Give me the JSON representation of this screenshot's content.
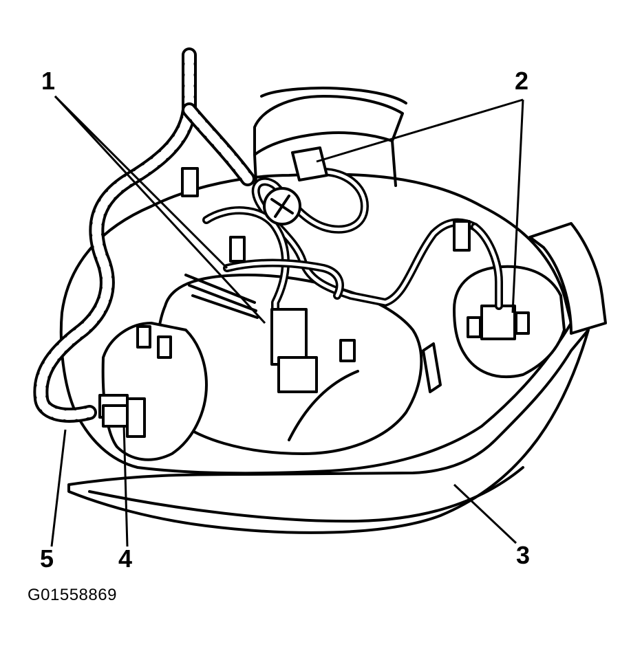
{
  "callouts": {
    "c1": "1",
    "c2": "2",
    "c3": "3",
    "c4": "4",
    "c5": "5"
  },
  "figure_id": "G01558869"
}
